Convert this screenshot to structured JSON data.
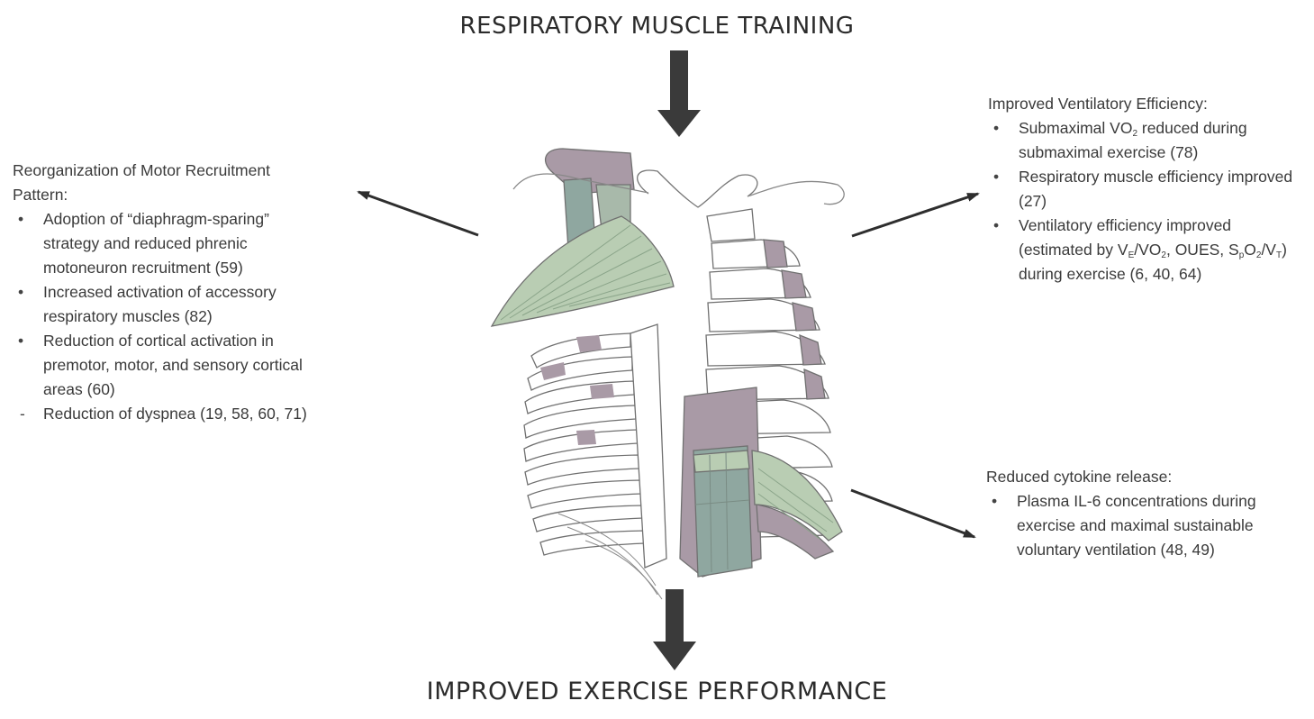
{
  "titles": {
    "top": "RESPIRATORY MUSCLE TRAINING",
    "bottom": "IMPROVED EXERCISE PERFORMANCE"
  },
  "left": {
    "heading": "Reorganization of Motor Recruitment Pattern:",
    "items": [
      "Adoption of “diaphragm-sparing” strategy and reduced phrenic motoneuron recruitment (59)",
      "Increased activation of accessory respiratory muscles (82)",
      "Reduction of cortical activation in premotor, motor, and sensory cortical areas (60)",
      "Reduction of dyspnea (19, 58, 60, 71)"
    ]
  },
  "top_right": {
    "heading": "Improved Ventilatory Efficiency:",
    "items": [
      {
        "pre": "Submaximal VO",
        "sub1": "2",
        "post": " reduced during submaximal exercise (78)"
      },
      {
        "pre": "Respiratory muscle efficiency improved (27)"
      },
      {
        "pre": "Ventilatory efficiency improved (estimated by V",
        "sub1": "E",
        "mid1": "/VO",
        "sub2": "2",
        "mid2": ", OUES, S",
        "sub3": "p",
        "mid3": "O",
        "sub4": "2",
        "mid4": "/V",
        "sub5": "T",
        "post": ") during exercise (6, 40, 64)"
      }
    ]
  },
  "bottom_right": {
    "heading": "Reduced cytokine release:",
    "items": [
      "Plasma IL-6 concentrations during exercise and maximal sustainable voluntary ventilation (48, 49)"
    ]
  },
  "colors": {
    "arrow": "#3a3a3a",
    "muscle_purple": "#a99aa6",
    "muscle_green": "#b9cdb3",
    "muscle_teal": "#8fa7a0",
    "bone": "#ffffff",
    "outline": "#6f6f6f"
  }
}
